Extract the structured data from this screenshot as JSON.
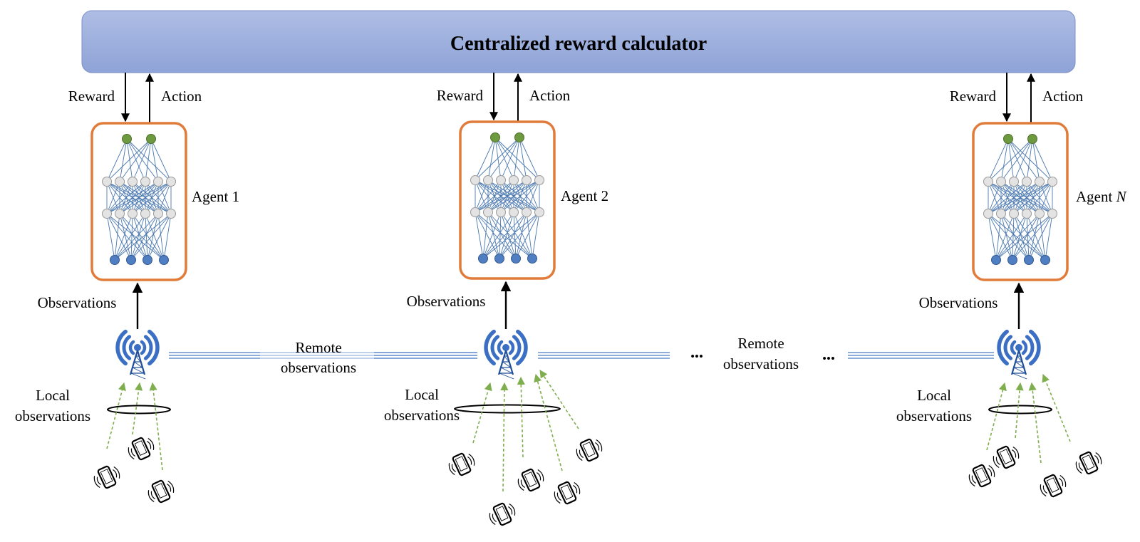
{
  "header": {
    "title": "Centralized reward calculator"
  },
  "agents": [
    {
      "name": "Agent 1",
      "name_prefix": "Agent 1",
      "name_italic": "",
      "reward": "Reward",
      "action": "Action",
      "observations": "Observations",
      "local": [
        "Local",
        "observations"
      ]
    },
    {
      "name": "Agent 2",
      "name_prefix": "Agent 2",
      "name_italic": "",
      "reward": "Reward",
      "action": "Action",
      "observations": "Observations",
      "local": [
        "Local",
        "observations"
      ]
    },
    {
      "name": "Agent N",
      "name_prefix": "Agent ",
      "name_italic": "N",
      "reward": "Reward",
      "action": "Action",
      "observations": "Observations",
      "local": [
        "Local",
        "observations"
      ]
    }
  ],
  "remote": [
    {
      "line1": "Remote",
      "line2": "observations"
    },
    {
      "line1": "Remote",
      "line2": "observations"
    }
  ],
  "ellipsis": "•••",
  "icons": [
    "neural-network-icon",
    "antenna-tower-icon",
    "smartphone-icon"
  ],
  "colors": {
    "header_fill_top": "#a9b8e2",
    "header_fill_bottom": "#8fa4d8",
    "agent_border": "#e07b39",
    "nn_edge": "#4a78b0",
    "nn_output_node": "#6e9a3f",
    "nn_hidden_node": "#e3e3e3",
    "nn_input_node": "#4f7fc2",
    "link": "#4f7fc2",
    "signal": "#7fae4e"
  }
}
